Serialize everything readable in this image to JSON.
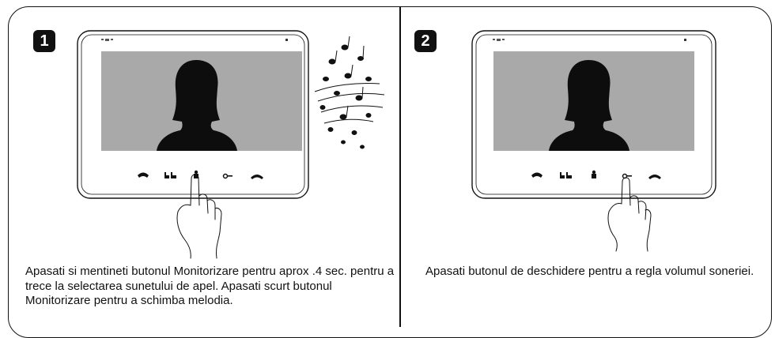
{
  "steps": [
    {
      "number": "1",
      "caption": "Apasati si mentineti butonul Monitorizare pentru aprox .4 sec. pentru a trece la selectarea sunetului de apel. Apasati scurt butonul Monitorizare pentru a schimba melodia.",
      "pressed_button": "monitor-button",
      "shows_sound_notes": true
    },
    {
      "number": "2",
      "caption": "Apasati butonul de deschidere pentru a regla volumul soneriei.",
      "pressed_button": "door-unlock-button",
      "shows_sound_notes": false
    }
  ],
  "device_buttons": [
    "answer-call-icon",
    "intercom-icon",
    "monitor-icon",
    "unlock-key-icon",
    "hang-up-icon"
  ],
  "colors": {
    "screen": "#a9a9a9",
    "outline": "#111111",
    "silhouette": "#0d0d0d"
  }
}
